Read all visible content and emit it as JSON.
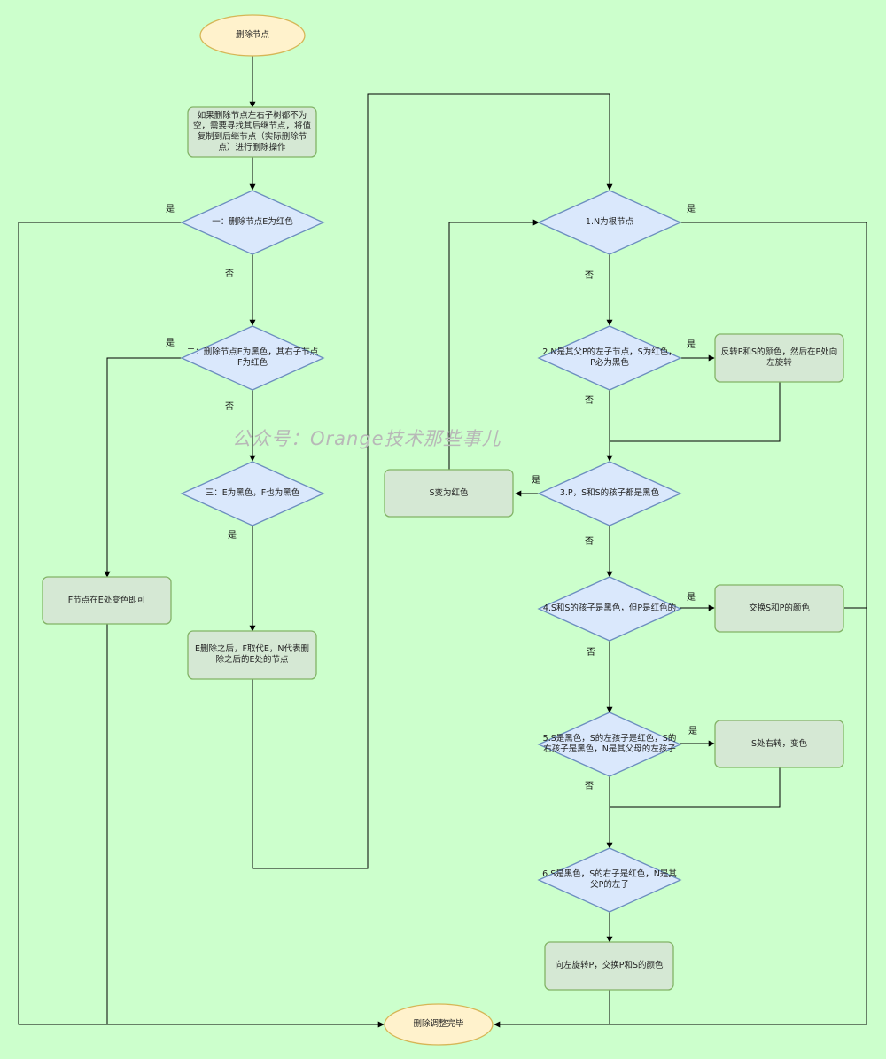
{
  "colors": {
    "background": "#ccffcc",
    "terminal_fill": "#fff2cc",
    "terminal_stroke": "#d6b656",
    "process_fill": "#d5e8d4",
    "process_stroke": "#82b366",
    "decision_fill": "#dae8fc",
    "decision_stroke": "#6c8ebf",
    "edge": "#000000"
  },
  "nodes": {
    "start": "删除节点",
    "prep": "如果删除节点左右子树都不为空，需要寻找其后继节点，将值复制到后继节点（实际删除节点）进行删除操作",
    "d1": "一：删除节点E为红色",
    "d2": "二：删除节点E为黑色，其右子节点F为红色",
    "d3": "三：E为黑色，F也为黑色",
    "f_recolor": "F节点在E处变色即可",
    "e_after": "E删除之后，F取代E，N代表删除之后的E处的节点",
    "c1": "1.N为根节点",
    "c2": "2.N是其父P的左子节点，S为红色，P必为黑色",
    "c2_action": "反转P和S的颜色，然后在P处向左旋转",
    "c3": "3.P，S和S的孩子都是黑色",
    "c3_action": "S变为红色",
    "c4": "4.S和S的孩子是黑色，但P是红色的",
    "c4_action": "交换S和P的颜色",
    "c5": "5.S是黑色，S的左孩子是红色，S的右孩子是黑色，N是其父母的左孩子",
    "c5_action": "S处右转，变色",
    "c6": "6.S是黑色，S的右子是红色，N是其父P的左子",
    "c6_action": "向左旋转P，交换P和S的颜色",
    "end": "删除调整完毕"
  },
  "labels": {
    "yes": "是",
    "no": "否"
  },
  "watermark": "公众号：Orange技术那些事儿"
}
